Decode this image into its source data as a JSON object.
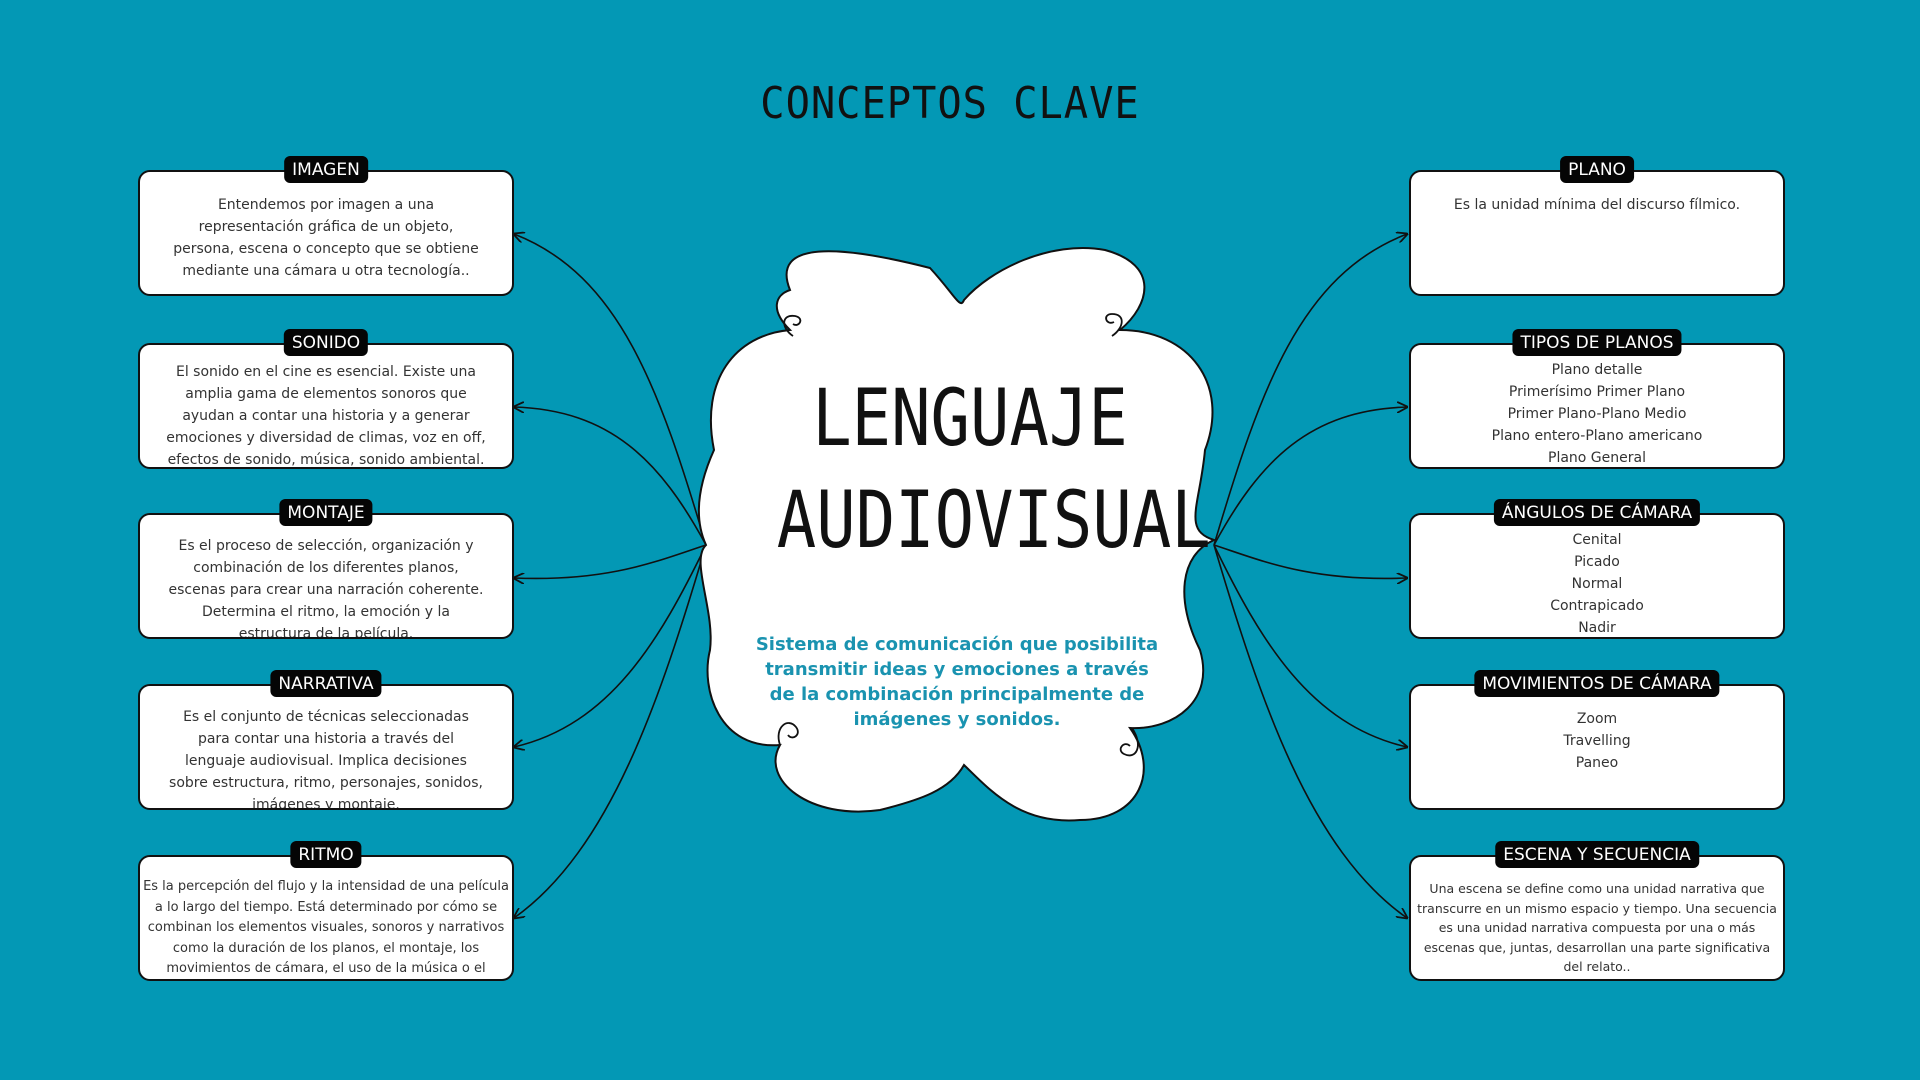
{
  "title": "CONCEPTOS CLAVE",
  "center": {
    "line1": "LENGUAJE",
    "line2": "AUDIOVISUAL",
    "description": "Sistema de comunicación que posibilita transmitir ideas y emociones a través de la combinación principalmente de imágenes y sonidos."
  },
  "colors": {
    "background": "#0398b5",
    "label_background": "#050505",
    "description_text": "#1a93b0"
  },
  "left": [
    {
      "label": "IMAGEN",
      "text": "Entendemos por imagen a una representación gráfica de un objeto, persona, escena o concepto que se obtiene mediante una cámara u otra tecnología.."
    },
    {
      "label": "SONIDO",
      "text": "El sonido en el cine es esencial. Existe una amplia gama de elementos sonoros que ayudan a contar una historia y a generar emociones y diversidad de climas, voz en off, efectos de sonido, música, sonido ambiental."
    },
    {
      "label": "MONTAJE",
      "text": "Es el proceso de selección, organización y combinación de los diferentes planos, escenas para crear una narración coherente. Determina el ritmo, la emoción y la estructura de la película."
    },
    {
      "label": "NARRATIVA",
      "text": "Es el conjunto de técnicas seleccionadas para contar una historia a través del lenguaje audiovisual. Implica decisiones sobre estructura, ritmo, personajes, sonidos, imágenes y montaje."
    },
    {
      "label": "RITMO",
      "text": "Es la percepción del flujo y la intensidad de una película a lo largo del tiempo. Está determinado por cómo se combinan los elementos visuales, sonoros y narrativos como la duración de los planos, el montaje, los movimientos de cámara, el uso de la música o el silencio."
    }
  ],
  "right": [
    {
      "label": "PLANO",
      "text": "Es la unidad mínima del discurso fílmico."
    },
    {
      "label": "TIPOS DE PLANOS",
      "text": "Plano detalle\nPrimerísimo Primer Plano\nPrimer Plano-Plano Medio\nPlano entero-Plano americano\nPlano General"
    },
    {
      "label": "ÁNGULOS DE CÁMARA",
      "text": "Cenital\nPicado\nNormal\nContrapicado\nNadir"
    },
    {
      "label": "MOVIMIENTOS DE CÁMARA",
      "text": "Zoom\nTravelling\nPaneo"
    },
    {
      "label": "ESCENA Y SECUENCIA",
      "text": "Una escena se define como una unidad narrativa que transcurre en un mismo espacio y tiempo. Una secuencia es una unidad narrativa compuesta por una o más escenas que, juntas, desarrollan una parte significativa del relato.."
    }
  ]
}
